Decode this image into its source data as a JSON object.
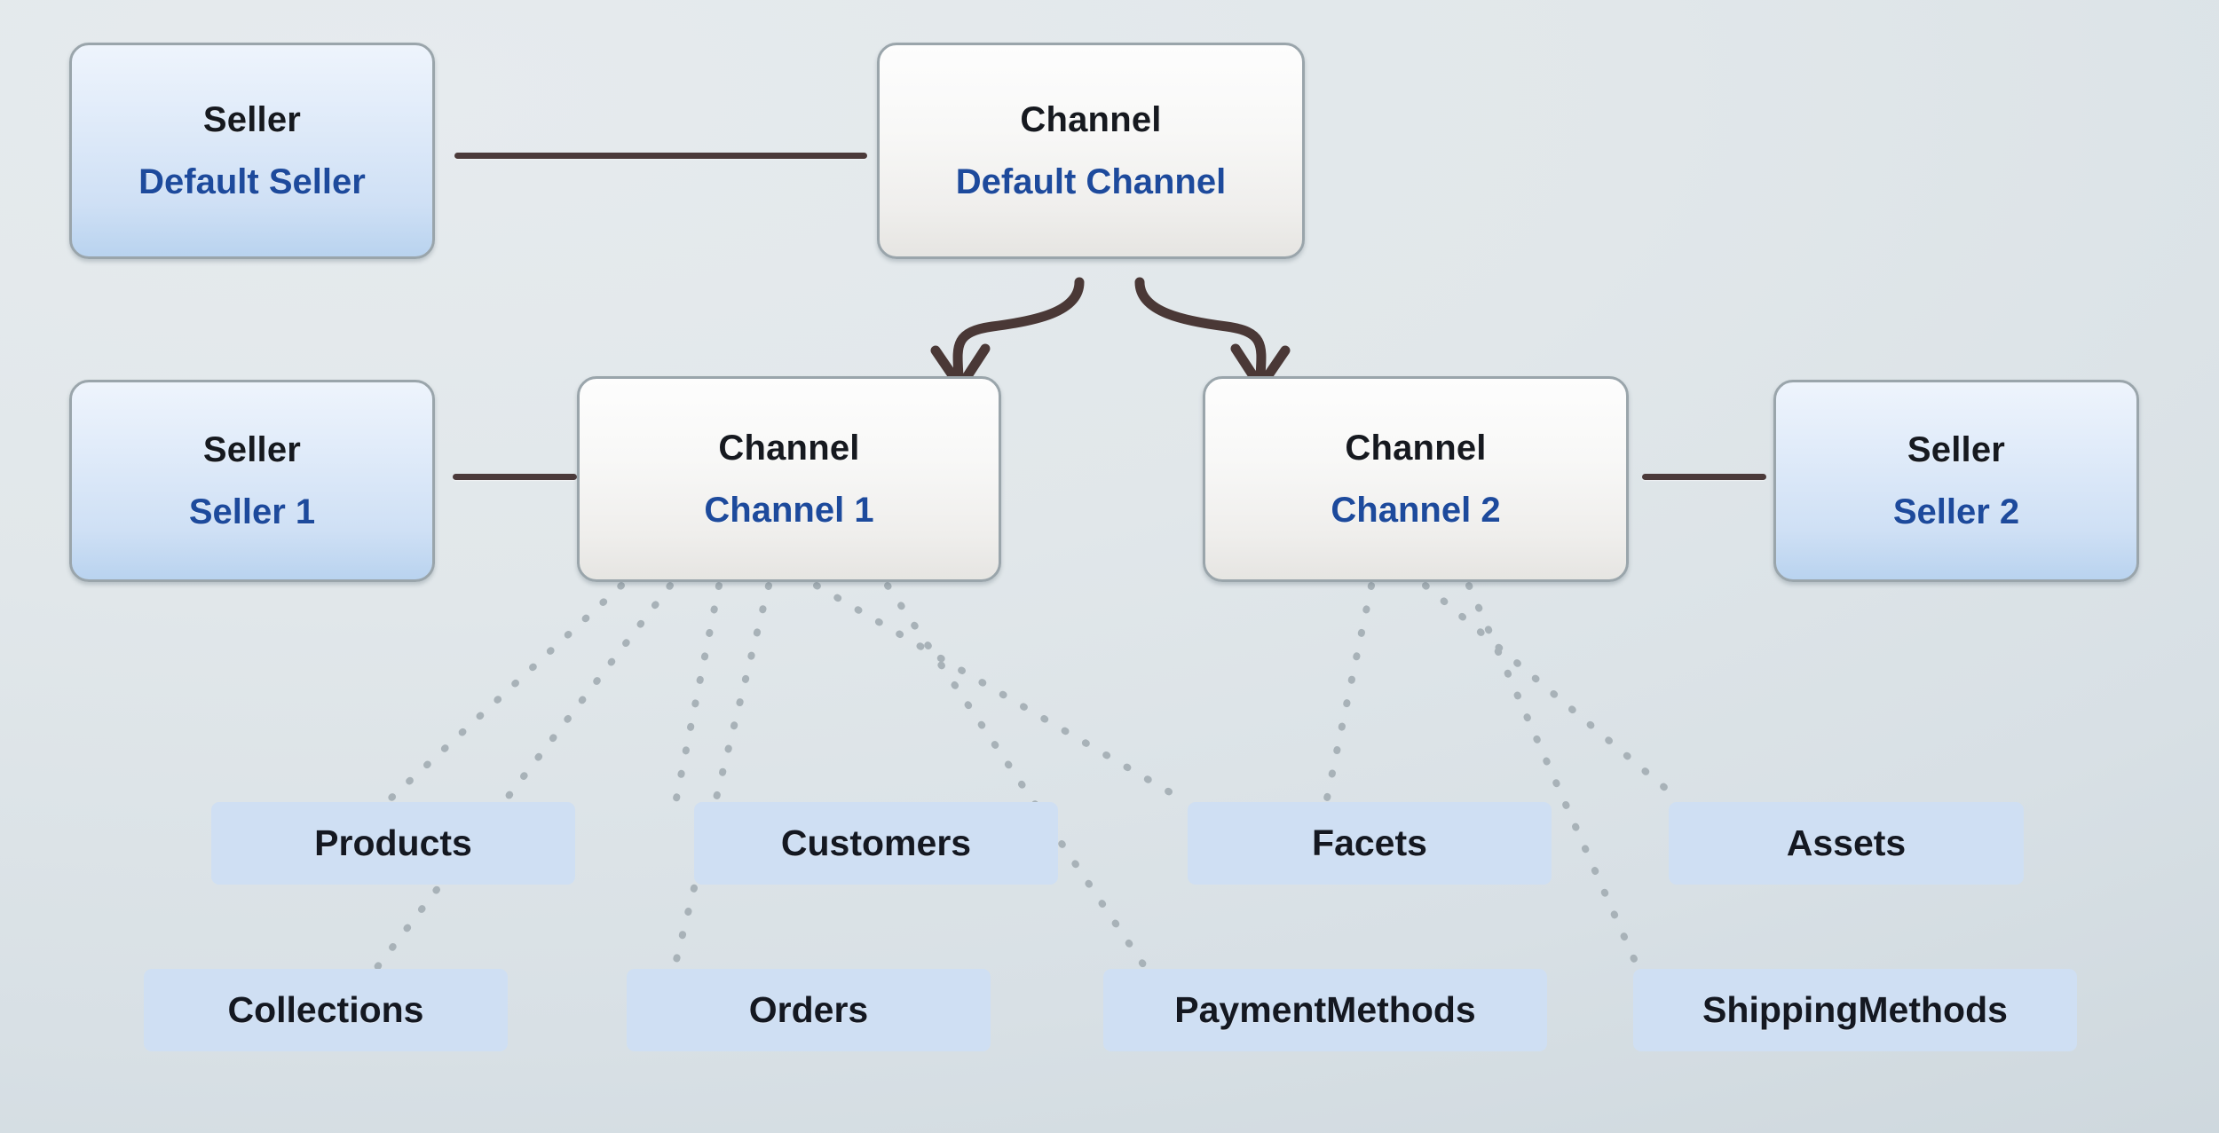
{
  "diagram": {
    "title": "Seller / Channel entity relationship diagram",
    "background_color": "#dee4e8",
    "colors": {
      "seller_fill_top": "#eef4fc",
      "seller_fill_bottom": "#b9d3ef",
      "channel_fill_top": "#fdfdfd",
      "channel_fill_bottom": "#e6e5e2",
      "card_border": "#9aa5ab",
      "type_text": "#16191f",
      "name_text": "#1d4a9c",
      "chip_fill": "#cfdff3",
      "chip_text": "#141821",
      "connector_line": "#4b3a3a",
      "arrow": "#4a3836",
      "dotted_line": "#a8b2b8"
    }
  },
  "entities": {
    "default_seller": {
      "type": "Seller",
      "name": "Default Seller"
    },
    "default_channel": {
      "type": "Channel",
      "name": "Default Channel"
    },
    "seller_1": {
      "type": "Seller",
      "name": "Seller 1"
    },
    "channel_1": {
      "type": "Channel",
      "name": "Channel 1"
    },
    "channel_2": {
      "type": "Channel",
      "name": "Channel 2"
    },
    "seller_2": {
      "type": "Seller",
      "name": "Seller 2"
    }
  },
  "channel_scoped_entities": {
    "row_1": [
      {
        "label": "Products"
      },
      {
        "label": "Customers"
      },
      {
        "label": "Facets"
      },
      {
        "label": "Assets"
      }
    ],
    "row_2": [
      {
        "label": "Collections"
      },
      {
        "label": "Orders"
      },
      {
        "label": "PaymentMethods"
      },
      {
        "label": "ShippingMethods"
      }
    ]
  },
  "relationships": [
    {
      "from": "Default Seller",
      "to": "Default Channel",
      "style": "solid-line"
    },
    {
      "from": "Default Channel",
      "to": "Channel 1",
      "style": "curved-arrow"
    },
    {
      "from": "Default Channel",
      "to": "Channel 2",
      "style": "curved-arrow"
    },
    {
      "from": "Seller 1",
      "to": "Channel 1",
      "style": "solid-line"
    },
    {
      "from": "Channel 2",
      "to": "Seller 2",
      "style": "solid-line"
    },
    {
      "from": "Channel 1",
      "to": "Products",
      "style": "dotted"
    },
    {
      "from": "Channel 1",
      "to": "Collections",
      "style": "dotted"
    },
    {
      "from": "Channel 1",
      "to": "Customers",
      "style": "dotted"
    },
    {
      "from": "Channel 1",
      "to": "Orders",
      "style": "dotted"
    },
    {
      "from": "Channel 1",
      "to": "Facets",
      "style": "dotted"
    },
    {
      "from": "Channel 1",
      "to": "PaymentMethods",
      "style": "dotted"
    },
    {
      "from": "Channel 2",
      "to": "Facets",
      "style": "dotted"
    },
    {
      "from": "Channel 2",
      "to": "Assets",
      "style": "dotted"
    },
    {
      "from": "Channel 2",
      "to": "ShippingMethods",
      "style": "dotted"
    }
  ]
}
